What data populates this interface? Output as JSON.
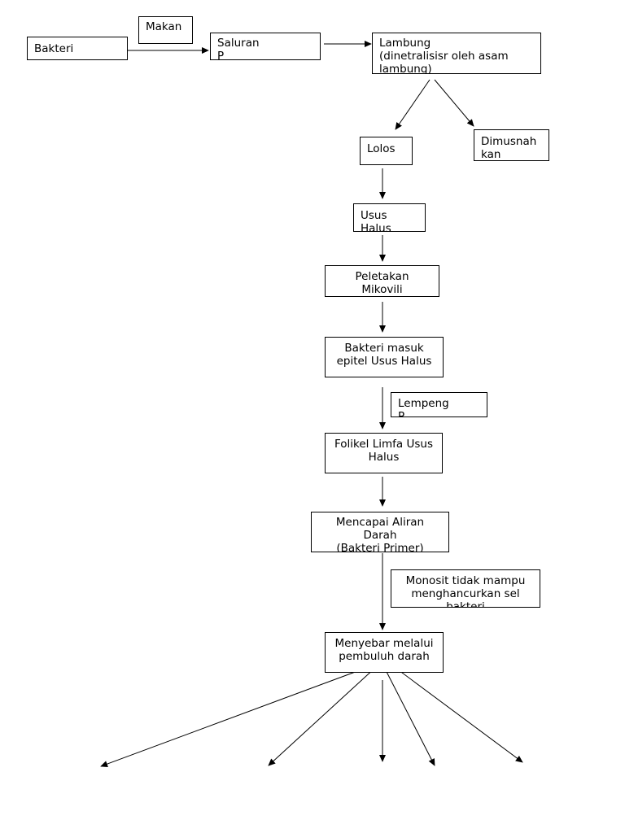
{
  "nodes": {
    "bakteri": "Bakteri",
    "makan": "Makan",
    "saluran": "Saluran\nP",
    "lambung": "Lambung\n(dinetralisisr oleh asam\nlambung)",
    "lolos": "Lolos",
    "dimusnahkan": "Dimusnah\nkan",
    "usus": "Usus\nHalus",
    "peletakan": "Peletakan\nMikovili",
    "bakteri_masuk": "Bakteri masuk\nepitel Usus Halus",
    "lempeng": "Lempeng\nP",
    "folikel": "Folikel Limfa Usus\nHalus",
    "mencapai": "Mencapai Aliran\nDarah\n(Bakteri Primer)",
    "monosit": "Monosit tidak mampu\nmenghancurkan  sel\nbakteri",
    "menyebar": "Menyebar melalui\npembuluh darah"
  }
}
